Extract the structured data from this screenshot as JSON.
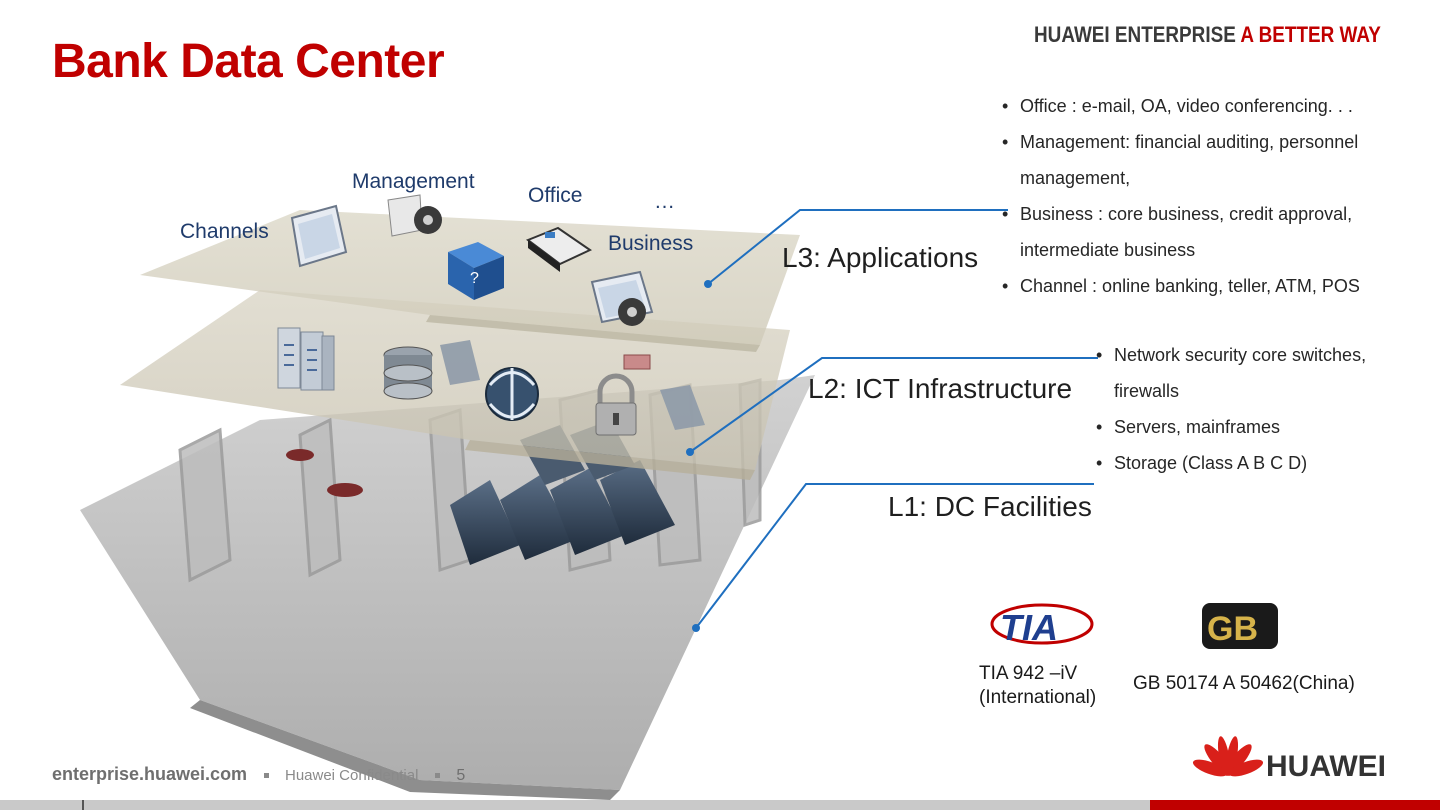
{
  "slide": {
    "title": "Bank Data Center",
    "tagline": {
      "brand": "HUAWEI ENTERPRISE",
      "slogan": "A BETTER WAY"
    }
  },
  "apps": {
    "management": "Management",
    "office": "Office",
    "ellipsis": "…",
    "channels": "Channels",
    "business": "Business"
  },
  "layers": {
    "l3": {
      "label": "L3: Applications",
      "items": [
        "Office : e-mail, OA, video conferencing. . .",
        "Management: financial auditing, personnel",
        "management,",
        "Business : core business, credit approval,",
        "intermediate business",
        "Channel : online banking, teller, ATM, POS"
      ]
    },
    "l2": {
      "label": "L2: ICT Infrastructure",
      "items": [
        "Network security core switches,",
        "firewalls",
        "Servers, mainframes",
        "Storage (Class A B C D)"
      ]
    },
    "l1": {
      "label": "L1: DC Facilities"
    }
  },
  "standards": {
    "tia": {
      "logo_text": "TIA",
      "line1": "TIA 942 –iV",
      "line2": "(International)"
    },
    "gb": {
      "logo_text": "GB",
      "line1": "GB 50174 A 50462(China)"
    }
  },
  "footer": {
    "site": "enterprise.huawei.com",
    "confidential": "Huawei Confidential",
    "page": "5",
    "logo_text": "HUAWEI"
  },
  "colors": {
    "title_red": "#c00000",
    "connector_blue": "#1f6fbf",
    "layer_tint": "#d9d4c2"
  }
}
